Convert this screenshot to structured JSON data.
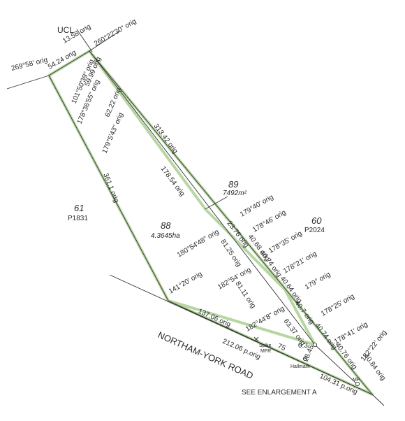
{
  "labels": {
    "ucl": "UCL",
    "d_13_58": "13.58 orig",
    "b_260_22_30": "260°22'30\" orig",
    "b_269_58": "269°58' orig",
    "d_54_24": "54.24 orig",
    "b_101_50_39": "101°50'39\" orig",
    "d_59_99": "59.99 orig",
    "b_178_36_55": "178°36'55\" orig",
    "d_62_22": "62.22 orig",
    "b_179_5_43": "179°5'43\" orig",
    "d_313_42": "313.42 orig",
    "d_178_54": "178.54 orig",
    "d_361_1": "361.1 orig",
    "lot_89": "89",
    "area_89": "7492m²",
    "lot_61": "61",
    "plan_61": "P1831",
    "lot_88": "88",
    "area_88": "4.3645ha",
    "lot_60": "60",
    "plan_60": "P2024",
    "b_179_40": "179°40' orig",
    "d_23_76": "23.76 orig",
    "b_178_46": "178°46' orig",
    "d_40_68": "40.68 orig",
    "b_178_35": "178°35' orig",
    "b_180_54_48": "180°54'48\" orig",
    "d_81_25": "81.25 orig",
    "d_40_74a": "40.74 orig",
    "b_178_21": "178°21' orig",
    "b_182_54": "182°54' orig",
    "d_40_64": "40.64 orig",
    "b_179": "179° orig",
    "b_141_20": "141°20' orig",
    "d_81_11": "81.11 orig",
    "d_40_7": "40.7 orig",
    "b_178_25": "178°25' orig",
    "d_137_06": "137.06 orig",
    "d_63_37": "63.37 orig",
    "d_40_74b": "40.74 orig",
    "b_178_41": "178°41' orig",
    "b_182_44_8": "182°44'8\" orig",
    "spike": "Spike",
    "mfr": "MFR",
    "d_40_76": "40.76 orig",
    "b_182_22": "182°22' orig",
    "road": "NORTHAM-YORK ROAD",
    "d_0_3": "0.3",
    "d_75": "75",
    "d_28_45": "28.45",
    "d_212_06": "212.06 p.orig",
    "hallmark": "Hallmark",
    "d_40_84": "40.84 orig",
    "mf": "MF",
    "d_104_31": "104.31 p.orig",
    "enlargement": "SEE ENLARGEMENT  A"
  },
  "colors": {
    "boundary_green": "#b7d6a2",
    "line": "#333333",
    "text": "#2a2a2a"
  }
}
